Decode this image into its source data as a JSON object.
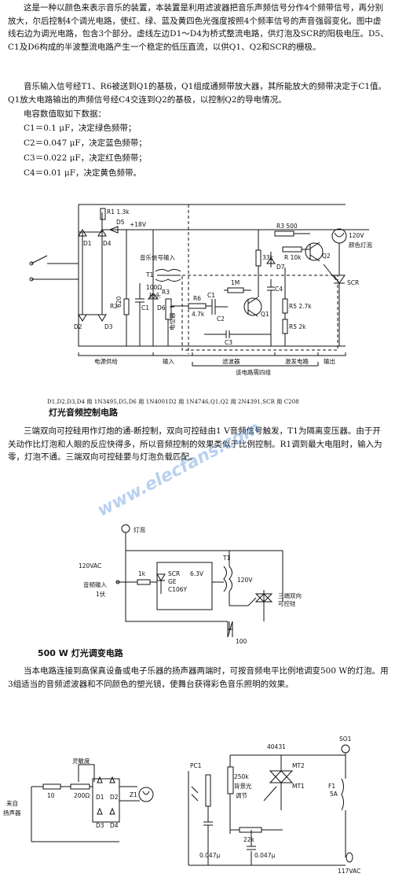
{
  "intro": {
    "para1": "这是一种以颜色来表示音乐的装置，本装置是利用滤波器把音乐声频信号分作4个频带信号，再分别放大，尔后控制4个调光电路，使红、绿、蓝及黄四色光强度按照4个频率信号的声音强弱变化。图中虚线右边为调光电路，包含3个部分。虚线左边D1～D4为桥式整流电路，供灯泡及SCR的阳极电压。D5、C1及D6构成的半波整流电路产生一个稳定的低压直流，以供Q1、Q2和SCR的栅极。",
    "para2": "音乐输入信号经T1、R6被送到Q1的基极，Q1组成通频带放大器，其所能放大的频带决定于C1值。Q1放大电路输出的声频信号经C4交连到Q2的基极，以控制Q2的导电情况。",
    "list_title": "电容数值取如下数据：",
    "list": [
      "C1＝0.1 μF，决定绿色频带；",
      "C2＝0.047 μF，决定蓝色频带；",
      "C3＝0.022 μF，决定红色频带；",
      "C4＝0.01 μF，决定黄色频带。"
    ]
  },
  "fig1": {
    "labels": {
      "r1": "R1 1.3k",
      "d5": "D5",
      "plus18": "+18V",
      "d1": "D1",
      "d4": "D4",
      "d2": "D2",
      "d3": "D3",
      "r2": "R2",
      "r2v": "620",
      "c1": "C1",
      "d6": "D6",
      "music_in": "音乐信号输入",
      "t1": "T1",
      "ohm": "100Ω",
      "tap": "抽头",
      "r3": "R3",
      "r3v": "电位器",
      "r6": "R6",
      "r6v": "4.7k",
      "c1b": "C1",
      "m1": "1M",
      "c2": "C2",
      "c3": "C3",
      "q1": "Q1",
      "r33k": "33k",
      "d7": "D7",
      "c4": "C4",
      "r500": "R3 500",
      "r10k": "R 10k",
      "q2": "Q2",
      "r27k": "R5 2.7k",
      "r2k": "R5 2k",
      "lamp": "120V",
      "lamp2": "颜色灯泡",
      "scr": "SCR"
    },
    "sections": [
      "电源供给",
      "输入",
      "滤波器",
      "激发电路",
      "输出"
    ],
    "group_label": "该电路需四组",
    "note": "D1,D2,D3,D4 用 1N3495,D5,D6 用 1N4001D2 用 1N4746,Q1,Q2 用 2N4391,SCR 用 C208",
    "caption": "灯光音频控制电路"
  },
  "mid_para": "三端双向可控硅用作灯炮的通-断控制，双向可控硅由1 V音频信号触发，T1为隔离变压器。由于开关动作比灯泡和人眼的反应快得多，所以音频控制的效果类似于比例控制。R1调到最大电阻时，输入为零，灯泡不通。三端双向可控硅要与灯泡负载匹配。",
  "watermark": "www.elecfans.com",
  "fig2": {
    "labels": {
      "lamp": "灯泡",
      "v120ac": "120VAC",
      "audio_in": "音频输入",
      "one_v": "1伏",
      "r1k": "1k",
      "scr": "SCR",
      "ge": "GE",
      "c106y": "C106Y",
      "v63": "6.3V",
      "t1": "T1",
      "v120": "120V",
      "triac1": "三端双向",
      "triac2": "可控硅",
      "r100": "100"
    },
    "caption": "500 W 灯光调变电路"
  },
  "para3": "当本电路连接到高保真设备或电子乐器的扬声器两端时，可按音频电平比例地调变500 W的灯泡。用3组适当的音频滤波器和不同颜色的塑光镜，使舞台获得彩色音乐照明的效果。",
  "fig3": {
    "labels": {
      "sens": "灵敏度",
      "r10": "10",
      "r200": "200Ω",
      "src1": "来自",
      "src2": "扬声器",
      "d1": "D1",
      "d2": "D2",
      "d3": "D3",
      "d4": "D4",
      "z1": "Z1",
      "pc1": "PC1",
      "r250k": "250k",
      "bg1": "背景光",
      "bg2": "调节",
      "r22k": "22k",
      "c047a": "0.047μ",
      "c047b": "0.047μ",
      "triac": "40431",
      "mt2": "MT2",
      "mt1": "MT1",
      "so1": "SO1",
      "f1": "F1",
      "f1v": "5A",
      "v117": "117VAC"
    }
  },
  "colors": {
    "ink": "#111111",
    "watermark": "#005ac8"
  }
}
